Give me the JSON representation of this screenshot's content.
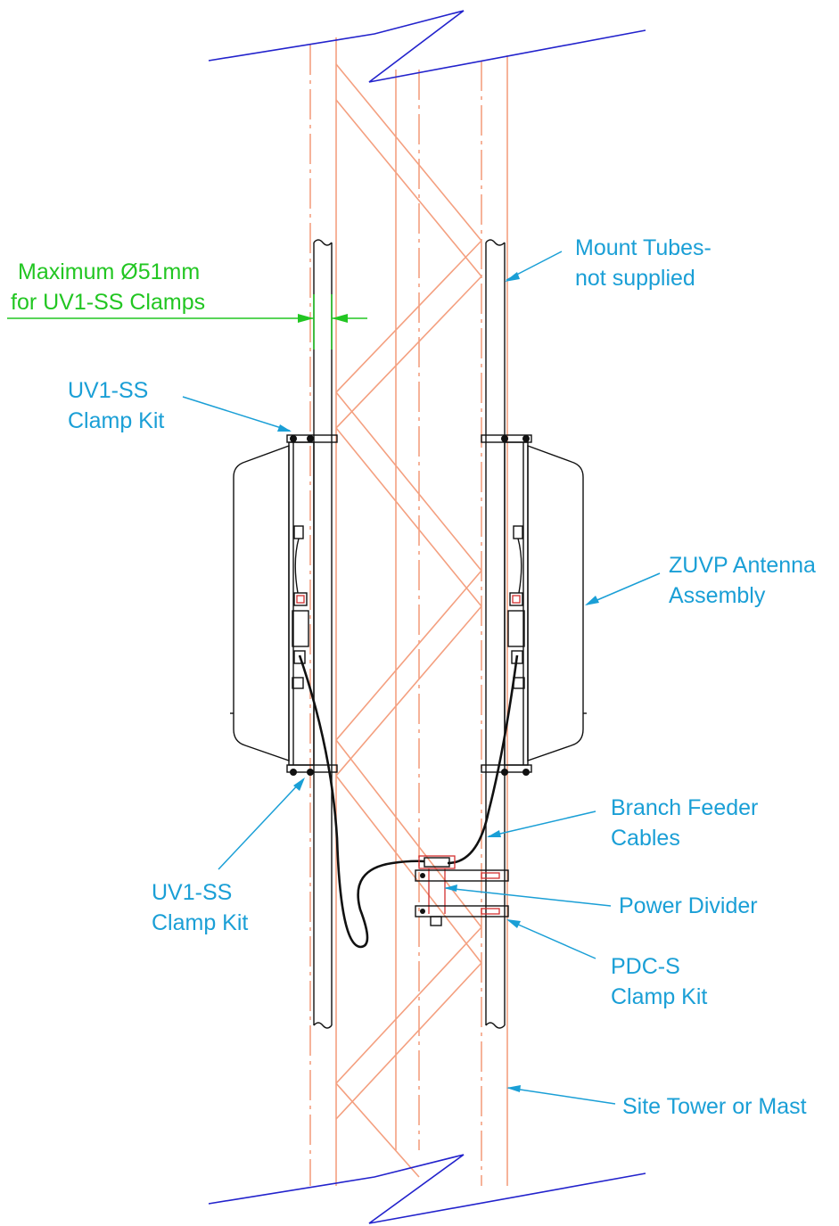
{
  "callouts": {
    "max_clamp": [
      "Maximum Ø51mm",
      "for UV1-SS Clamps"
    ],
    "mount_tubes": [
      "Mount Tubes-",
      "not supplied"
    ],
    "uv1ss_top": [
      "UV1-SS",
      "Clamp Kit"
    ],
    "antenna": [
      "ZUVP Antenna",
      "Assembly"
    ],
    "branch_feeder": [
      "Branch Feeder",
      "Cables"
    ],
    "uv1ss_bottom": [
      "UV1-SS",
      "Clamp Kit"
    ],
    "power_divider": [
      "Power Divider"
    ],
    "pdc_clamp": [
      "PDC-S",
      "Clamp Kit"
    ],
    "site_tower": [
      "Site Tower or Mast"
    ]
  },
  "colors": {
    "callout_text": "#1a9fd6",
    "dimension_text": "#22c622",
    "tower_lines": "#f4a080",
    "break_lines": "#2222cc",
    "equipment_lines": "#111111",
    "power_divider": "#d23030"
  }
}
